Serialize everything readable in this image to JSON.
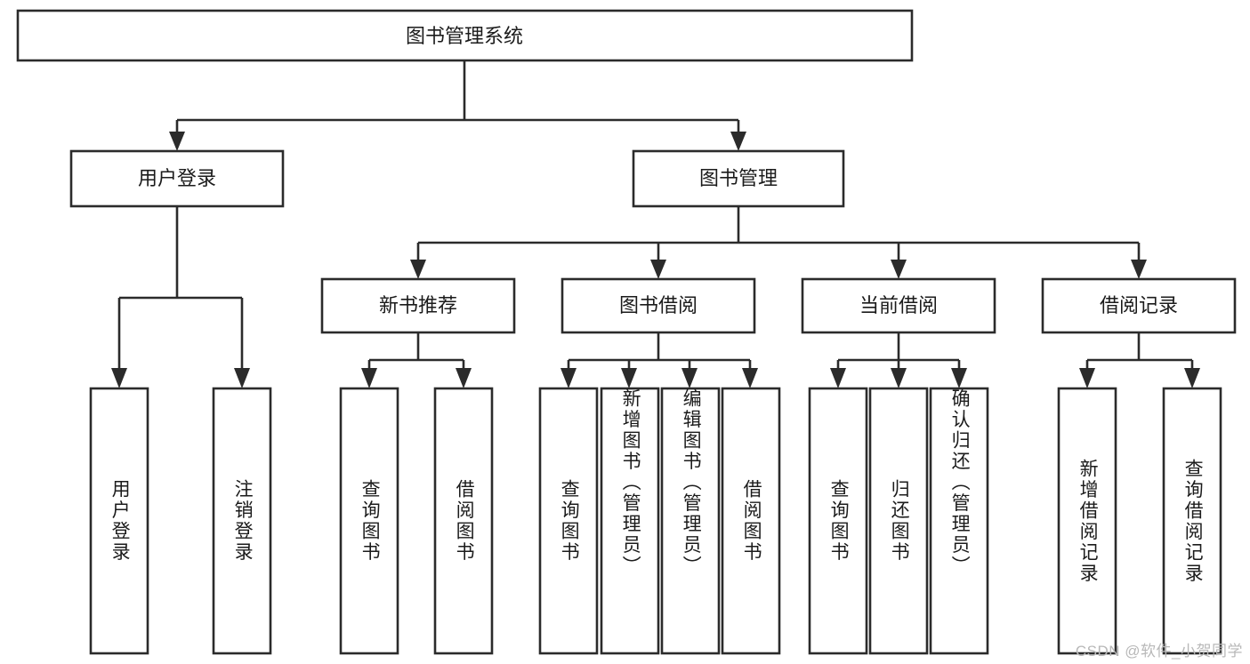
{
  "diagram": {
    "type": "tree",
    "title": "图书管理系统",
    "root": {
      "id": "root",
      "label": "图书管理系统"
    },
    "level2": [
      {
        "id": "user-login",
        "label": "用户登录"
      },
      {
        "id": "book-manage",
        "label": "图书管理"
      }
    ],
    "level3": [
      {
        "id": "new-book-recommend",
        "label": "新书推荐",
        "parent": "book-manage"
      },
      {
        "id": "book-borrow",
        "label": "图书借阅",
        "parent": "book-manage"
      },
      {
        "id": "current-borrow",
        "label": "当前借阅",
        "parent": "book-manage"
      },
      {
        "id": "borrow-record",
        "label": "借阅记录",
        "parent": "book-manage"
      }
    ],
    "leaves": [
      {
        "id": "leaf-user-login",
        "label": "用户登录",
        "parent": "user-login"
      },
      {
        "id": "leaf-user-logout",
        "label": "注销登录",
        "parent": "user-login"
      },
      {
        "id": "leaf-query-book-1",
        "label": "查询图书",
        "parent": "new-book-recommend"
      },
      {
        "id": "leaf-borrow-book-1",
        "label": "借阅图书",
        "parent": "new-book-recommend"
      },
      {
        "id": "leaf-query-book-2",
        "label": "查询图书",
        "parent": "book-borrow"
      },
      {
        "id": "leaf-add-book",
        "label": "新增图书（管理员）",
        "parent": "book-borrow"
      },
      {
        "id": "leaf-edit-book",
        "label": "编辑图书（管理员）",
        "parent": "book-borrow"
      },
      {
        "id": "leaf-borrow-book-2",
        "label": "借阅图书",
        "parent": "book-borrow"
      },
      {
        "id": "leaf-query-book-3",
        "label": "查询图书",
        "parent": "current-borrow"
      },
      {
        "id": "leaf-return-book",
        "label": "归还图书",
        "parent": "current-borrow"
      },
      {
        "id": "leaf-confirm-return",
        "label": "确认归还（管理员）",
        "parent": "current-borrow"
      },
      {
        "id": "leaf-add-record",
        "label": "新增借阅记录",
        "parent": "borrow-record"
      },
      {
        "id": "leaf-query-record",
        "label": "查询借阅记录",
        "parent": "borrow-record"
      }
    ],
    "colors": {
      "stroke": "#2b2b2b",
      "fill": "#ffffff",
      "text": "#1b1b1b",
      "watermark": "#b8b8b8",
      "background": "#ffffff"
    }
  },
  "watermark": {
    "text": "CSDN @软件_小贺同学"
  }
}
